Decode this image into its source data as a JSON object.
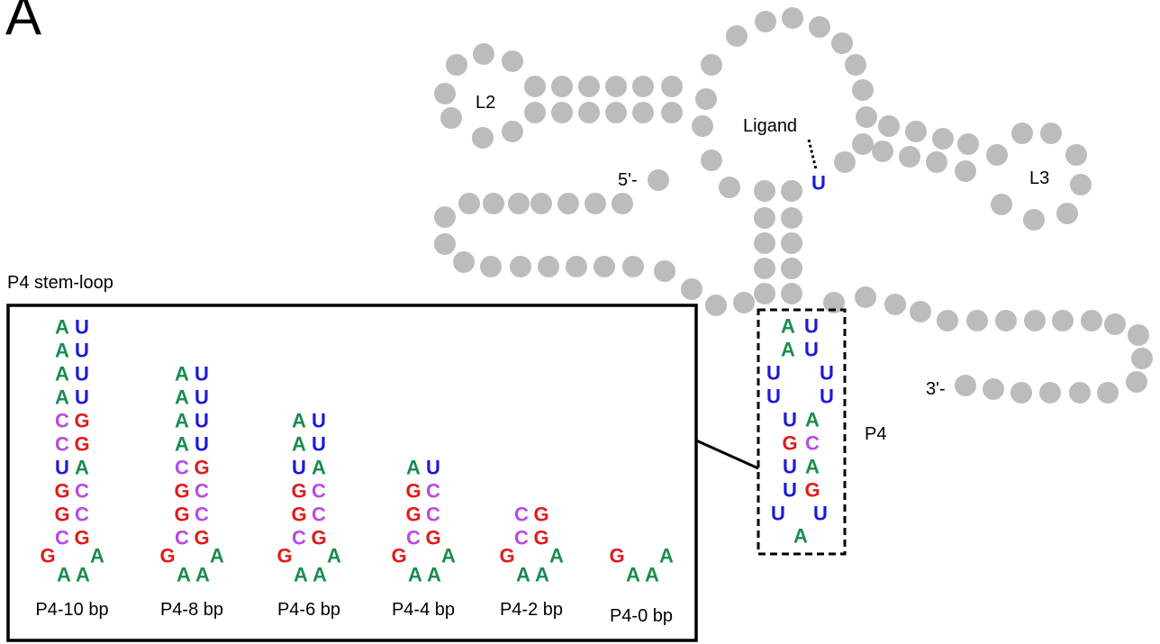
{
  "panel_letter": "A",
  "colors": {
    "A": "#1a8c4e",
    "U": "#1a1adb",
    "G": "#e01b1b",
    "C": "#b64be6",
    "bead": "#bcbcbc",
    "ligand_u": "#1a1adb"
  },
  "labels": {
    "l2": "L2",
    "l3": "L3",
    "ligand": "Ligand",
    "five_prime": "5'-",
    "three_prime": "3'-",
    "p4": "P4",
    "inset_title": "P4 stem-loop",
    "ligand_nt": "U"
  },
  "p4_detail": {
    "pairs": [
      [
        "A",
        "U"
      ],
      [
        "A",
        "U"
      ],
      [
        "U",
        "U"
      ],
      [
        "U",
        "U"
      ],
      [
        "U",
        "A"
      ],
      [
        "G",
        "C"
      ],
      [
        "U",
        "A"
      ],
      [
        "U",
        "G"
      ],
      [
        "U",
        "U"
      ]
    ],
    "loop": "A"
  },
  "variants": [
    {
      "name": "P4-10 bp",
      "pairs": [
        [
          "A",
          "U"
        ],
        [
          "A",
          "U"
        ],
        [
          "A",
          "U"
        ],
        [
          "A",
          "U"
        ],
        [
          "C",
          "G"
        ],
        [
          "C",
          "G"
        ],
        [
          "U",
          "A"
        ],
        [
          "G",
          "C"
        ],
        [
          "G",
          "C"
        ],
        [
          "C",
          "G"
        ]
      ],
      "loop": [
        "G",
        "A",
        "A",
        "A"
      ]
    },
    {
      "name": "P4-8 bp",
      "pairs": [
        [
          "A",
          "U"
        ],
        [
          "A",
          "U"
        ],
        [
          "A",
          "U"
        ],
        [
          "A",
          "U"
        ],
        [
          "C",
          "G"
        ],
        [
          "G",
          "C"
        ],
        [
          "G",
          "C"
        ],
        [
          "C",
          "G"
        ]
      ],
      "loop": [
        "G",
        "A",
        "A",
        "A"
      ]
    },
    {
      "name": "P4-6 bp",
      "pairs": [
        [
          "A",
          "U"
        ],
        [
          "A",
          "U"
        ],
        [
          "U",
          "A"
        ],
        [
          "G",
          "C"
        ],
        [
          "G",
          "C"
        ],
        [
          "C",
          "G"
        ]
      ],
      "loop": [
        "G",
        "A",
        "A",
        "A"
      ]
    },
    {
      "name": "P4-4 bp",
      "pairs": [
        [
          "A",
          "U"
        ],
        [
          "G",
          "C"
        ],
        [
          "G",
          "C"
        ],
        [
          "C",
          "G"
        ]
      ],
      "loop": [
        "G",
        "A",
        "A",
        "A"
      ]
    },
    {
      "name": "P4-2 bp",
      "pairs": [
        [
          "C",
          "G"
        ],
        [
          "C",
          "G"
        ]
      ],
      "loop": [
        "G",
        "A",
        "A",
        "A"
      ]
    },
    {
      "name": "P4-0 bp",
      "pairs": [],
      "loop": [
        "G",
        "A",
        "A",
        "A"
      ]
    }
  ]
}
